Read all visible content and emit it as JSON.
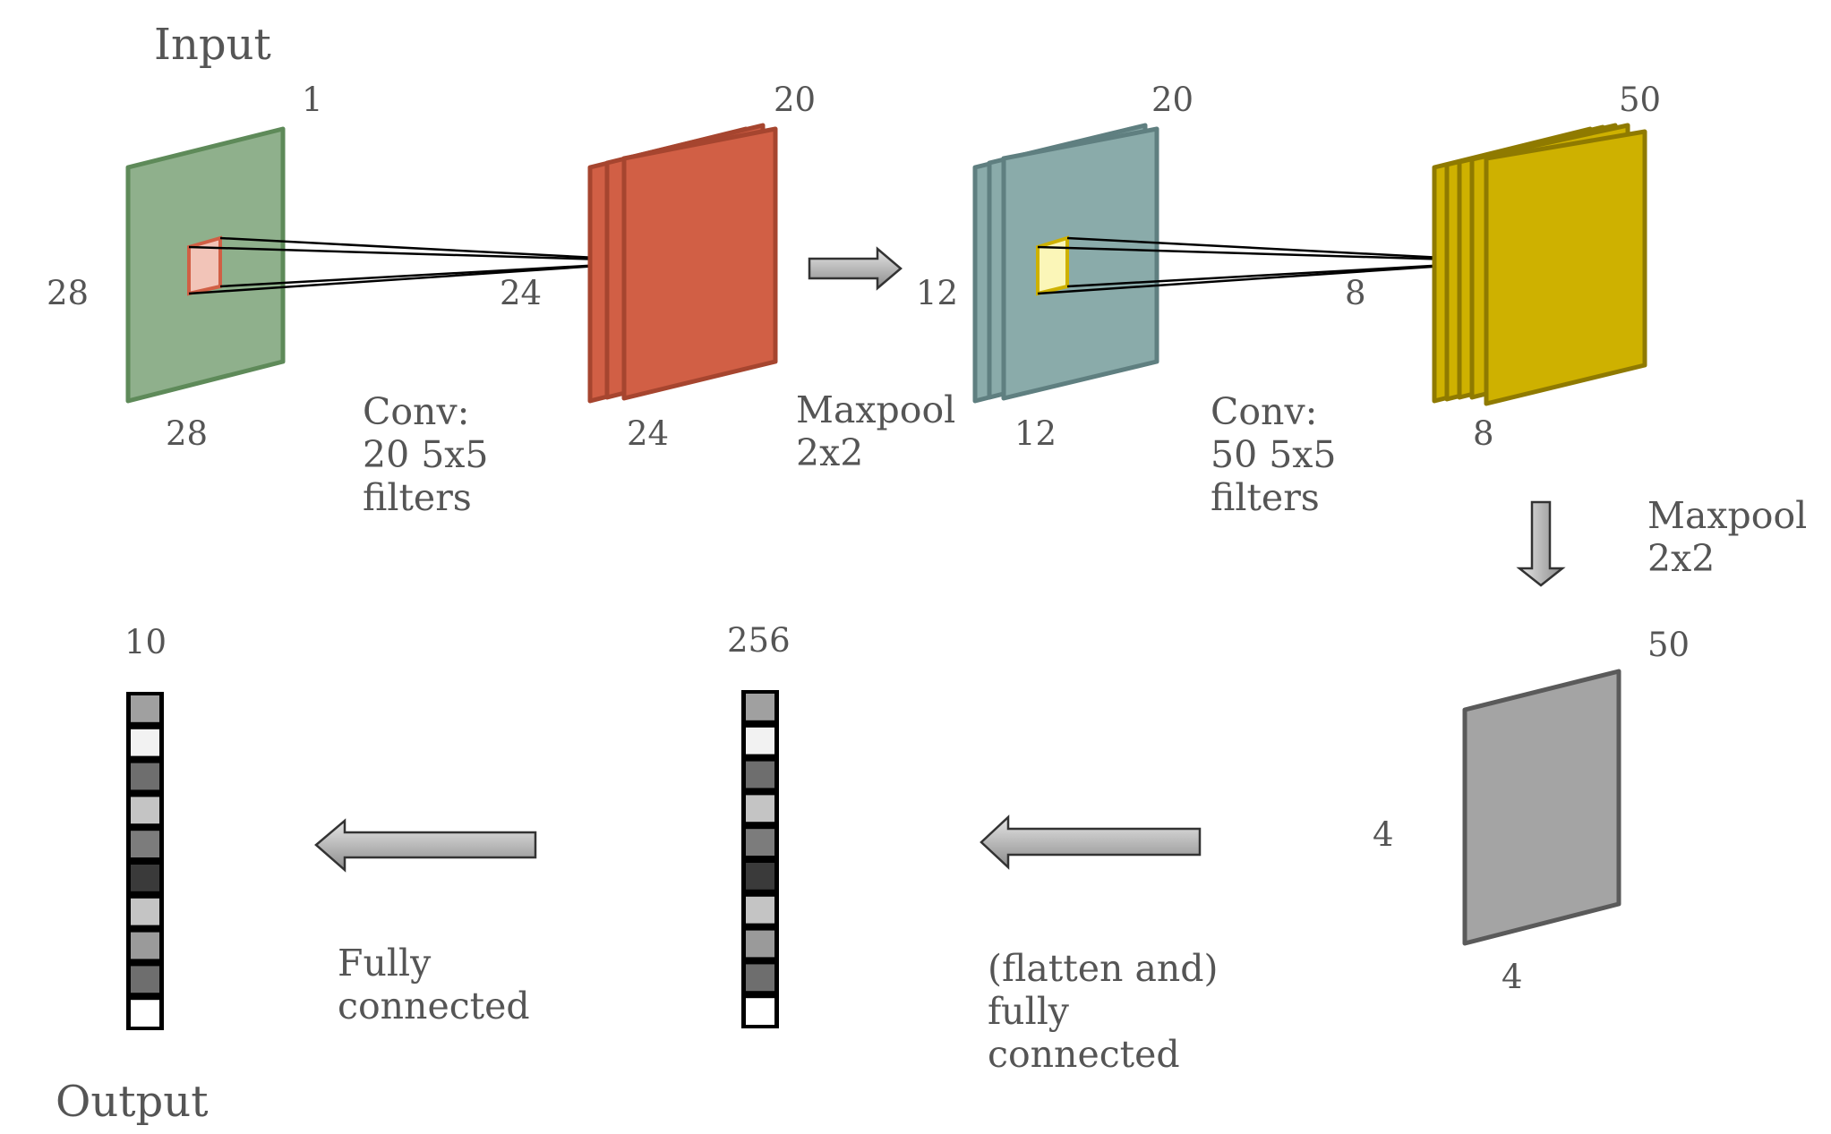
{
  "title_input": "Input",
  "title_output": "Output",
  "colors": {
    "input": "#8fb08c",
    "input_border": "#5e8a59",
    "conv1": "#d15f45",
    "conv1_border": "#a6452f",
    "pool1": "#8aabaa",
    "pool1_border": "#5f7f80",
    "conv2": "#ceb100",
    "conv2_border": "#8f7a00",
    "pool2": "#a4a4a4",
    "pool2_border": "#5a5a5a",
    "arrow": "#b0b0b0"
  },
  "layers": {
    "input": {
      "depth": "1",
      "height": "28",
      "width": "28"
    },
    "conv1": {
      "depth": "20",
      "height": "24",
      "width": "24"
    },
    "pool1": {
      "depth": "20",
      "height": "12",
      "width": "12"
    },
    "conv2": {
      "depth": "50",
      "height": "8",
      "width": "8"
    },
    "pool2": {
      "depth": "50",
      "height": "4",
      "width": "4"
    },
    "fc1": {
      "size": "256"
    },
    "fc2": {
      "size": "10"
    }
  },
  "ops": {
    "conv1": [
      "Conv:",
      "20 5x5",
      "filters"
    ],
    "pool1": [
      "Maxpool",
      "2x2"
    ],
    "conv2": [
      "Conv:",
      "50 5x5",
      "filters"
    ],
    "pool2": [
      "Maxpool",
      "2x2"
    ],
    "fc1": [
      "(flatten and)",
      "fully",
      "connected"
    ],
    "fc2": [
      "Fully",
      "connected"
    ]
  },
  "vector_cells": {
    "fc1": [
      "#a0a0a0",
      "#f2f2f2",
      "#6e6e6e",
      "#c4c4c4",
      "#7c7c7c",
      "#3a3a3a",
      "#c4c4c4",
      "#9a9a9a",
      "#6e6e6e",
      "#ffffff"
    ],
    "fc2": [
      "#a0a0a0",
      "#f2f2f2",
      "#6e6e6e",
      "#c4c4c4",
      "#7c7c7c",
      "#3a3a3a",
      "#c4c4c4",
      "#9a9a9a",
      "#6e6e6e",
      "#ffffff"
    ]
  }
}
